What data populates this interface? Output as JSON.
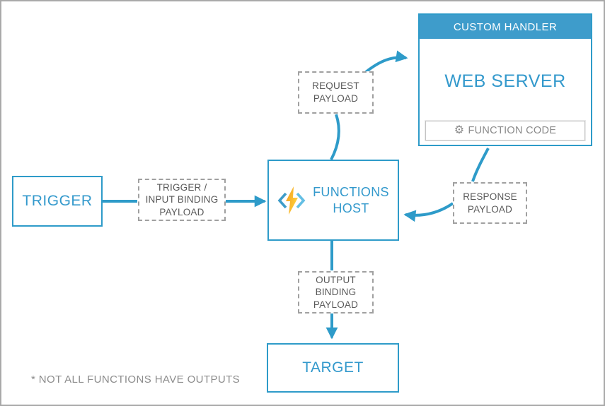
{
  "diagram": {
    "boxes": {
      "trigger": {
        "label": "TRIGGER"
      },
      "trigger_input_binding_payload": {
        "lines": [
          "TRIGGER /",
          "INPUT BINDING",
          "PAYLOAD"
        ]
      },
      "functions_host": {
        "lines": [
          "FUNCTIONS",
          "HOST"
        ],
        "icon": "azure-functions-bolt-icon"
      },
      "request_payload": {
        "lines": [
          "REQUEST",
          "PAYLOAD"
        ]
      },
      "custom_handler": {
        "header": "CUSTOM HANDLER",
        "body": "WEB SERVER",
        "function_code_label": "FUNCTION CODE",
        "gear_glyph": "⚙"
      },
      "response_payload": {
        "lines": [
          "RESPONSE",
          "PAYLOAD"
        ]
      },
      "output_binding_payload": {
        "lines": [
          "OUTPUT",
          "BINDING",
          "PAYLOAD"
        ]
      },
      "target": {
        "label": "TARGET"
      }
    },
    "footnote": "* NOT ALL FUNCTIONS HAVE OUTPUTS",
    "colors": {
      "accent_blue": "#2e9bc9",
      "header_fill": "#3e9ccb",
      "text_blue": "#3399cc",
      "dashed_gray": "#a0a0a0",
      "text_gray": "#595959",
      "footnote_gray": "#8c8c8c",
      "bolt_orange": "#f29c1f",
      "bolt_yellow": "#ffd13b"
    }
  }
}
